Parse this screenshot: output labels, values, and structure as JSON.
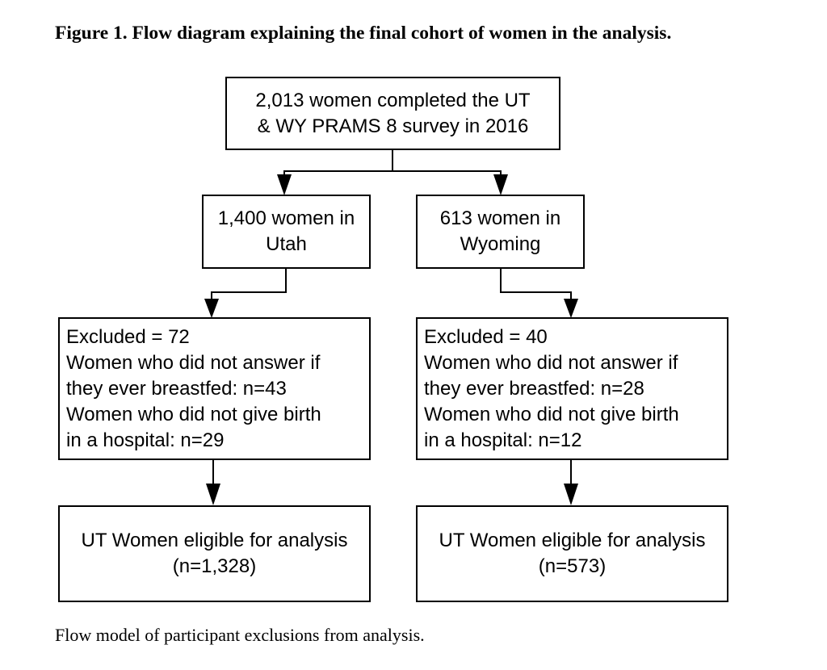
{
  "title": "Figure 1. Flow diagram explaining the final cohort of women in the analysis.",
  "caption": "Flow model of participant exclusions from analysis.",
  "top_box": {
    "lines": [
      "2,013 women completed the UT",
      "& WY PRAMS 8 survey in 2016"
    ]
  },
  "utah": {
    "state_box": {
      "lines": [
        "1,400 women in",
        "Utah"
      ]
    },
    "excluded_box": {
      "lines": [
        "Excluded = 72",
        "Women who did not answer if",
        "they ever breastfed: n=43",
        "Women who did not give birth",
        "in a hospital: n=29"
      ]
    },
    "eligible_box": {
      "lines": [
        "UT Women eligible for analysis",
        "(n=1,328)"
      ]
    }
  },
  "wyoming": {
    "state_box": {
      "lines": [
        "613 women in",
        "Wyoming"
      ]
    },
    "excluded_box": {
      "lines": [
        "Excluded = 40",
        "Women who did not answer if",
        "they ever breastfed: n=28",
        "Women who did not give birth",
        "in a hospital: n=12"
      ]
    },
    "eligible_box": {
      "lines": [
        "UT Women eligible for analysis",
        "(n=573)"
      ]
    }
  },
  "colors": {
    "stroke": "#000000",
    "background": "#ffffff",
    "text": "#000000"
  }
}
